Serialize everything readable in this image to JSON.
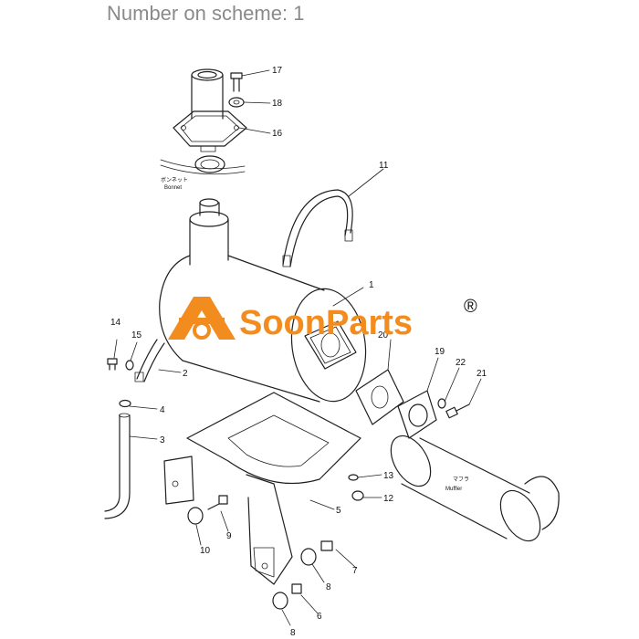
{
  "header": {
    "title": "Number on scheme: 1"
  },
  "watermark": {
    "brand": "SoonParts",
    "reg": "®",
    "color": "#f28c1e"
  },
  "annotations": {
    "bonnet_jp": "ボンネット",
    "bonnet": "Bonnet",
    "muffler_jp": "マフラ",
    "muffler": "Muffler"
  },
  "callouts": [
    "1",
    "2",
    "3",
    "4",
    "5",
    "6",
    "7",
    "8",
    "8",
    "9",
    "10",
    "11",
    "12",
    "13",
    "14",
    "15",
    "16",
    "17",
    "18",
    "19",
    "20",
    "21",
    "22"
  ]
}
